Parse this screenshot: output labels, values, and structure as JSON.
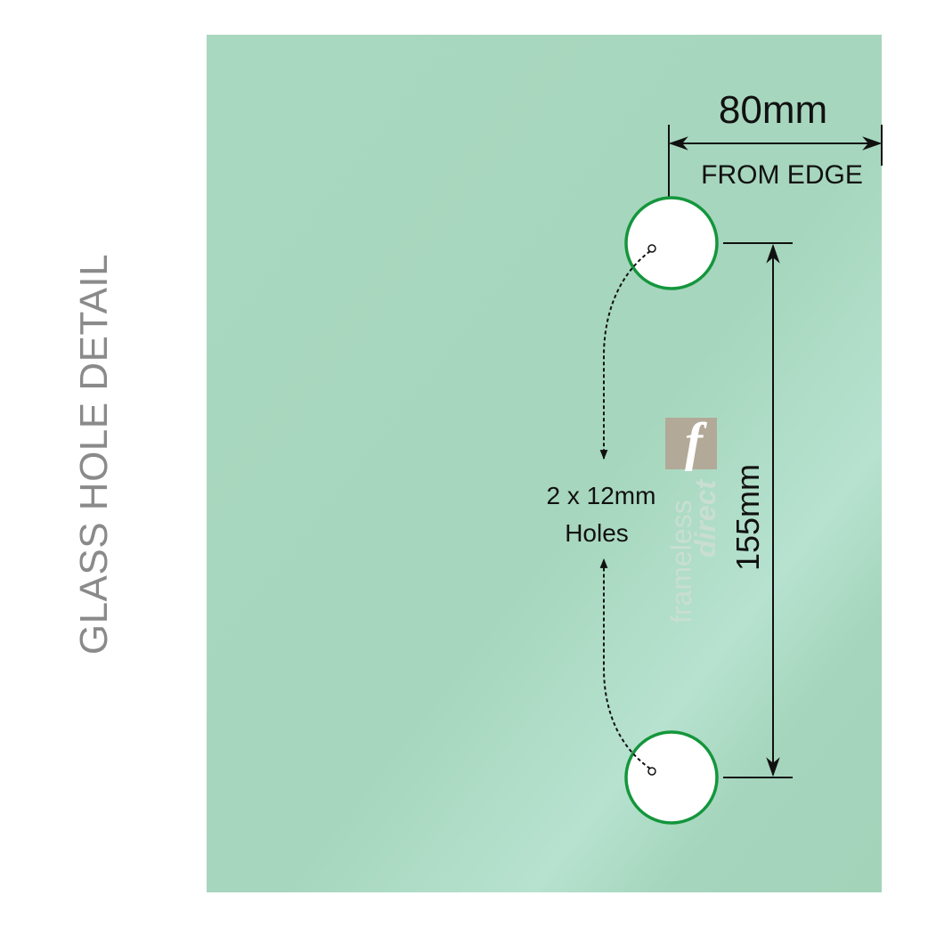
{
  "title": "GLASS HOLE DETAIL",
  "dimensions": {
    "edge_distance": "80mm",
    "edge_note": "FROM EDGE",
    "hole_spacing": "155mm"
  },
  "holes": {
    "count_label": "2 x 12mm",
    "type_label": "Holes"
  },
  "logo": {
    "letter": "f",
    "word1": "frameless",
    "word2": "direct"
  },
  "colors": {
    "glass": "#a6d6bd",
    "hole_outline": "#14963c",
    "title": "#8a8a8a",
    "logo": "#b3a998"
  }
}
